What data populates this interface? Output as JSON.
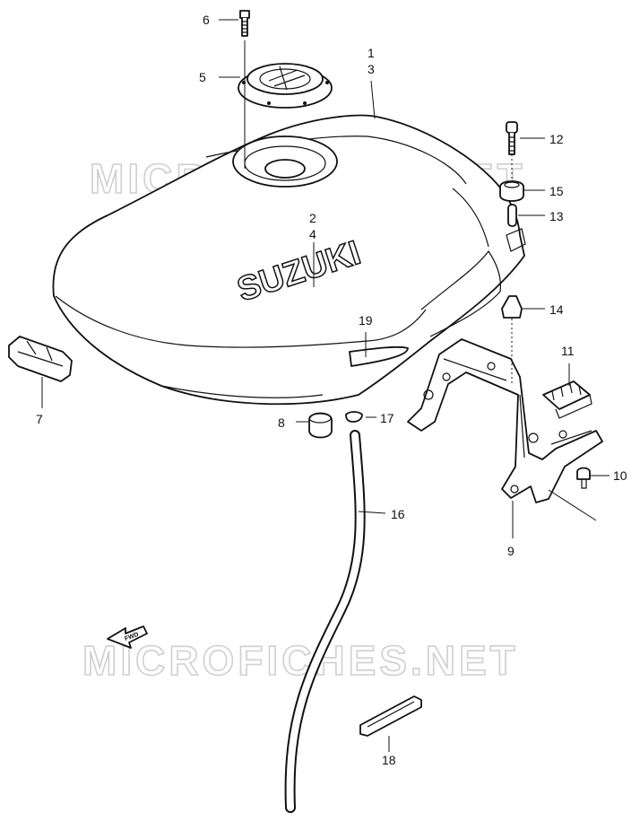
{
  "watermark": {
    "text": "MICROFICHES.NET"
  },
  "tank_logo": {
    "text": "SUZUKI"
  },
  "fwd_arrow": {
    "text": "FWD"
  },
  "callouts": {
    "c1": "1",
    "c2": "2",
    "c3": "3",
    "c4": "4",
    "c5": "5",
    "c6": "6",
    "c7": "7",
    "c8": "8",
    "c9": "9",
    "c10": "10",
    "c11": "11",
    "c12": "12",
    "c13": "13",
    "c14": "14",
    "c15": "15",
    "c16": "16",
    "c17": "17",
    "c18": "18",
    "c19": "19"
  }
}
